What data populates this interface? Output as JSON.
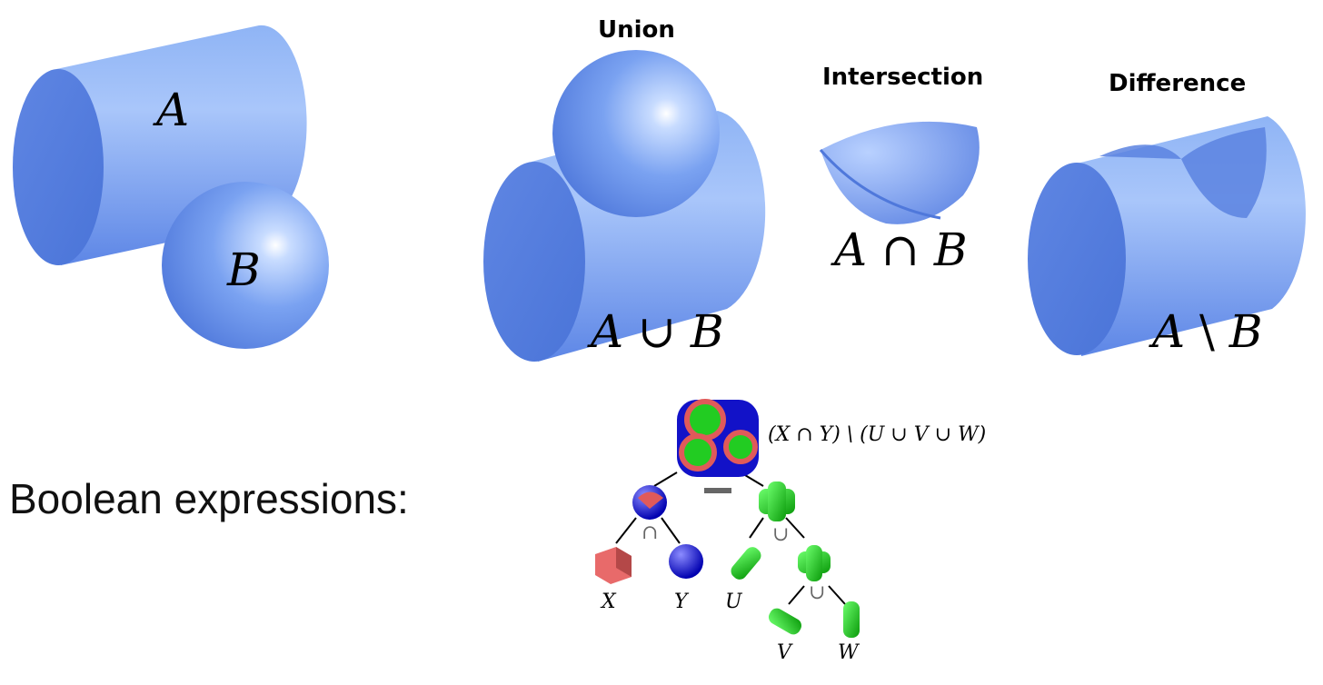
{
  "headers": {
    "union": "Union",
    "intersection": "Intersection",
    "difference": "Difference"
  },
  "labels": {
    "a": "A",
    "b": "B",
    "union_a": "A",
    "union_op": "∪",
    "union_b": "B",
    "inter_a": "A",
    "inter_op": "∩",
    "inter_b": "B",
    "diff_a": "A",
    "diff_op": "\\",
    "diff_b": "B"
  },
  "caption": "Boolean expressions:",
  "tree": {
    "root_expression": "(X ∩ Y) \\ (U ∪ V ∪ W)",
    "op_root": "−",
    "op_left": "∩",
    "op_right": "∪",
    "op_sub": "∪",
    "leaves": {
      "x": "X",
      "y": "Y",
      "u": "U",
      "v": "V",
      "w": "W"
    }
  },
  "colors": {
    "solid_blue": "#6f98ee",
    "csg_red": "#e05a5a",
    "csg_green": "#22cc22",
    "csg_blue": "#1010cc"
  }
}
